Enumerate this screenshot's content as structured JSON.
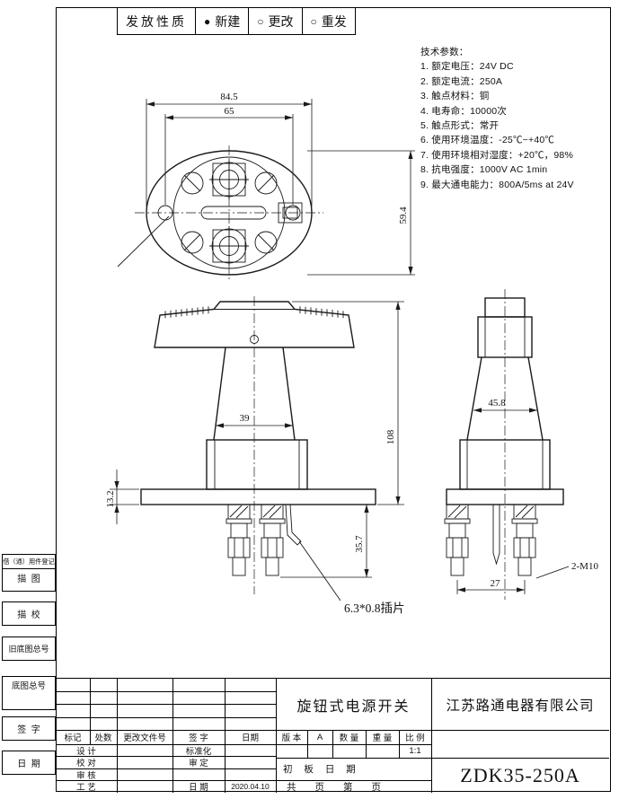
{
  "header": {
    "label": "发放性质",
    "radio_filled": "●",
    "radio_empty": "○",
    "option_new": "新建",
    "option_change": "更改",
    "option_reissue": "重发"
  },
  "tech_params": {
    "title": "技术参数：",
    "lines": [
      "1. 额定电压：24V DC",
      "2. 额定电流：250A",
      "3. 触点材料：铜",
      "4. 电寿命：10000次",
      "5. 触点形式：常开",
      "6. 使用环境温度：-25℃~+40℃",
      "7. 使用环境相对湿度：+20℃，98%",
      "8. 抗电强度：1000V AC 1min",
      "9. 最大通电能力：800A/5ms at 24V"
    ]
  },
  "dims": {
    "top_width": "84.5",
    "inner_width": "65",
    "height": "59.4",
    "knob_dia": "39",
    "total_height": "108",
    "flange_thk": "13.2",
    "stud_len": "35.7",
    "side_width": "45.8",
    "stud_pitch": "27",
    "stud_spec": "2-M10",
    "blade": "6.3*0.8插片"
  },
  "left_panel": {
    "borrow": "借（通）用件登记",
    "trace_draw": "描  图",
    "trace_check": "描  校",
    "old_base_no": "旧底图总号",
    "base_no": "底图总号",
    "sign": "签  字",
    "date": "日  期"
  },
  "title_block": {
    "rev_cols": {
      "mark": "标记",
      "count": "处数",
      "doc_no": "更改文件号",
      "sign": "签 字",
      "date": "日期"
    },
    "roles": {
      "design": "设 计",
      "standard": "标准化",
      "check": "校 对",
      "approve": "审 定",
      "audit": "审 核",
      "process": "工 艺",
      "date_label": "日 期",
      "date_value": "2020.04.10"
    },
    "params": {
      "version_label": "版 本",
      "version_value": "A",
      "qty_label": "数 量",
      "weight_label": "重 量",
      "scale_label": "比 例",
      "scale_value": "1:1"
    },
    "first_edition_label": "初 板 日 期",
    "pages": "共　　页　　第　　页",
    "product_name": "旋钮式电源开关",
    "company": "江苏路通电器有限公司",
    "model": "ZDK35-250A"
  }
}
